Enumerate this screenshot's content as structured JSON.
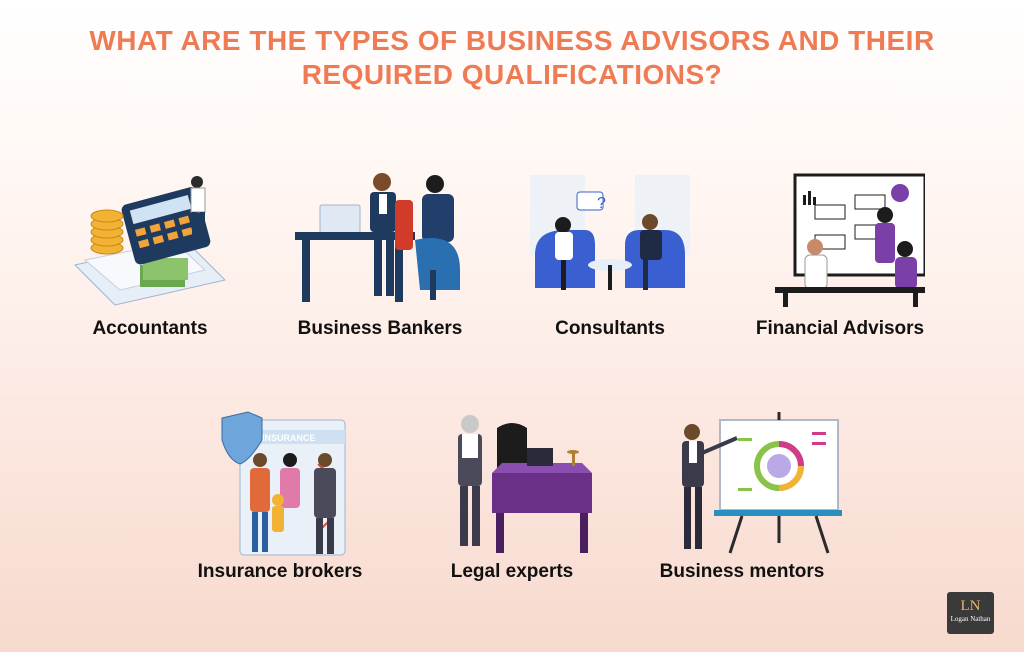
{
  "header": {
    "title_line1": "WHAT ARE THE TYPES OF BUSINESS ADVISORS AND THEIR",
    "title_line2": "REQUIRED QUALIFICATIONS?"
  },
  "advisors": [
    {
      "label": "Accountants",
      "icon": "calculator-accountant-icon"
    },
    {
      "label": "Business Bankers",
      "icon": "bank-meeting-icon"
    },
    {
      "label": "Consultants",
      "icon": "consultation-sofa-icon"
    },
    {
      "label": "Financial Advisors",
      "icon": "presentation-board-icon"
    },
    {
      "label": "Insurance brokers",
      "icon": "insurance-shield-icon"
    },
    {
      "label": "Legal experts",
      "icon": "lawyer-desk-icon"
    },
    {
      "label": "Business mentors",
      "icon": "mentor-easel-icon"
    }
  ],
  "brand": {
    "monogram": "LN",
    "name": "Logan Nathan"
  },
  "colors": {
    "title": "#ef7b55",
    "navy": "#1f3a5f",
    "purple": "#7b3fa8",
    "blue": "#3a5fd0"
  }
}
